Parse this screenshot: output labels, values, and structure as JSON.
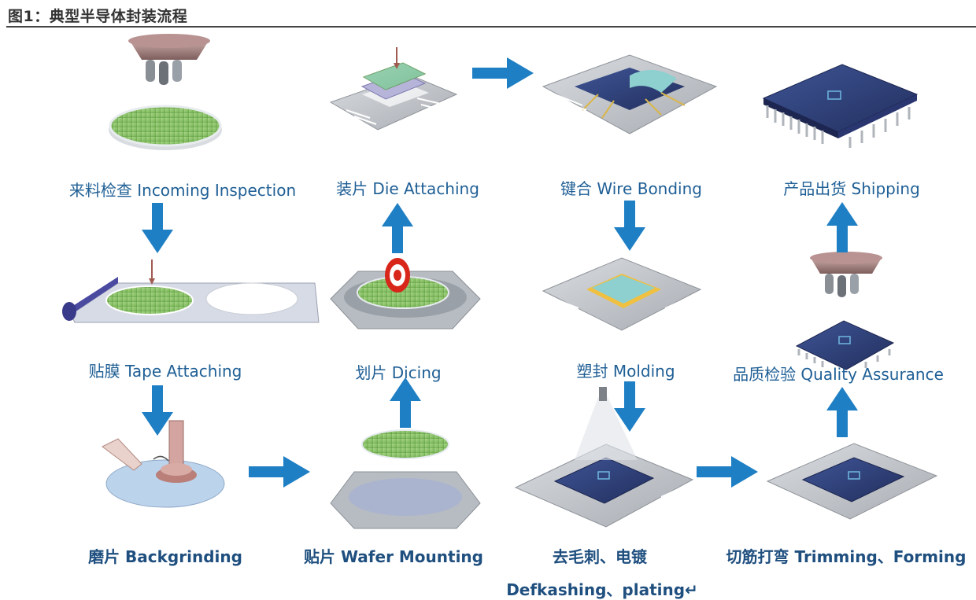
{
  "figure": {
    "title": "图1：典型半导体封装流程"
  },
  "colors": {
    "arrow": "#1f7fc4",
    "label": "#1f5f95",
    "label_bold": "#1f4f7f",
    "wafer_green": "#8fc46a",
    "chip_navy": "#2c3f78",
    "frame_gray": "#bfc3c8",
    "die_teal": "#8ecfcf",
    "gold": "#d9b64a"
  },
  "steps": [
    {
      "id": "incoming",
      "label": "来料检查 Incoming Inspection"
    },
    {
      "id": "die-attach",
      "label": "装片 Die Attaching"
    },
    {
      "id": "wire-bond",
      "label": "键合 Wire Bonding"
    },
    {
      "id": "shipping",
      "label": "产品出货 Shipping"
    },
    {
      "id": "tape",
      "label": "贴膜 Tape Attaching"
    },
    {
      "id": "dicing",
      "label": "划片 Dicing"
    },
    {
      "id": "molding",
      "label": "塑封 Molding"
    },
    {
      "id": "quality",
      "label": "品质检验 Quality Assurance"
    },
    {
      "id": "backgrind",
      "label": "磨片 Backgrinding"
    },
    {
      "id": "wafer-mount",
      "label": "贴片 Wafer Mounting"
    },
    {
      "id": "deflash",
      "label": "去毛刺、电镀"
    },
    {
      "id": "deflash-en",
      "label": "Defkashing、plating↵"
    },
    {
      "id": "trim",
      "label": "切筋打弯 Trimming、Forming"
    }
  ],
  "icons": {
    "incoming": "wafer-inspection-icon",
    "die_attach": "die-attach-icon",
    "wire_bond": "wire-bond-icon",
    "shipping": "packaged-chip-icon",
    "tape": "tape-roll-icon",
    "dicing": "dicing-saw-icon",
    "molding": "molding-icon",
    "quality": "quality-inspection-icon",
    "backgrind": "grinder-icon",
    "wafer_mount": "wafer-mount-icon",
    "deflash": "plating-icon",
    "trim": "trim-form-icon",
    "arrow": "flow-arrow-icon"
  }
}
